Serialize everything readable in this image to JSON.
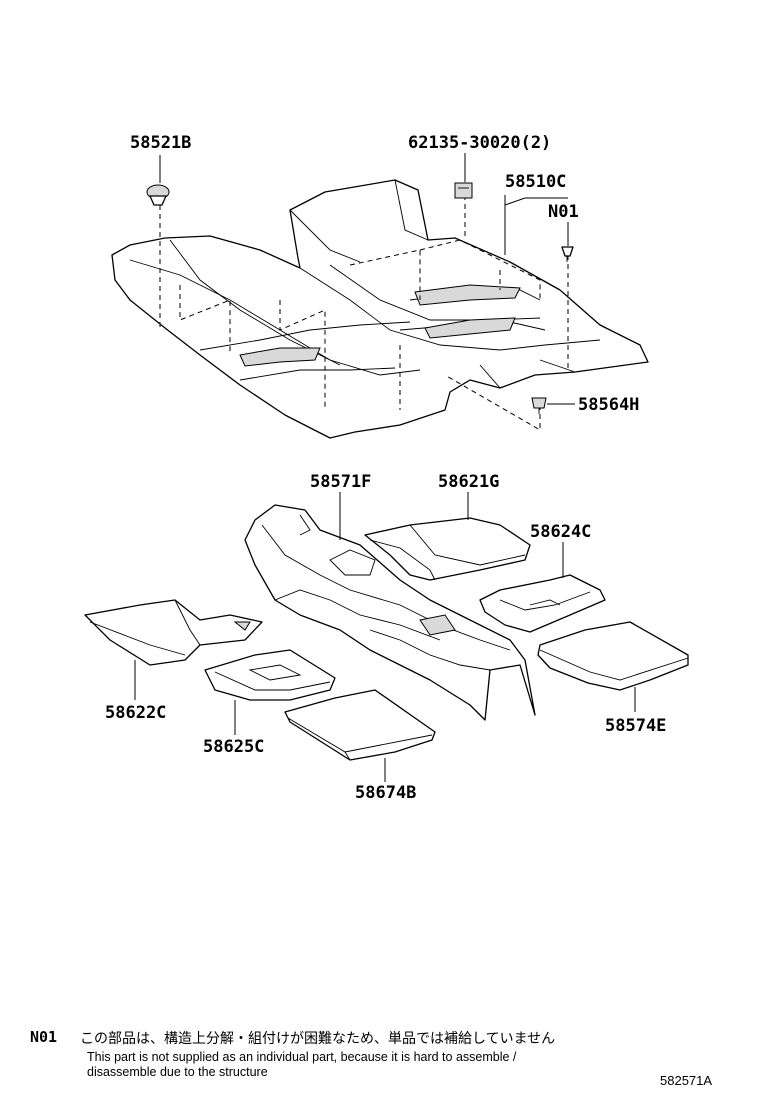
{
  "labels": {
    "p58521B": "58521B",
    "p62135": "62135-30020(2)",
    "p58510C": "58510C",
    "pN01": "N01",
    "p58564H": "58564H",
    "p58571F": "58571F",
    "p58621G": "58621G",
    "p58624C": "58624C",
    "p58622C": "58622C",
    "p58574E": "58574E",
    "p58625C": "58625C",
    "p58674B": "58674B"
  },
  "note": {
    "key": "N01",
    "japanese": "この部品は、構造上分解・組付けが困難なため、単品では補給していません",
    "english_line1": "This part is not supplied as an individual part, because it is hard to assemble /",
    "english_line2": "disassemble due to the structure"
  },
  "figure_id": "582571A"
}
